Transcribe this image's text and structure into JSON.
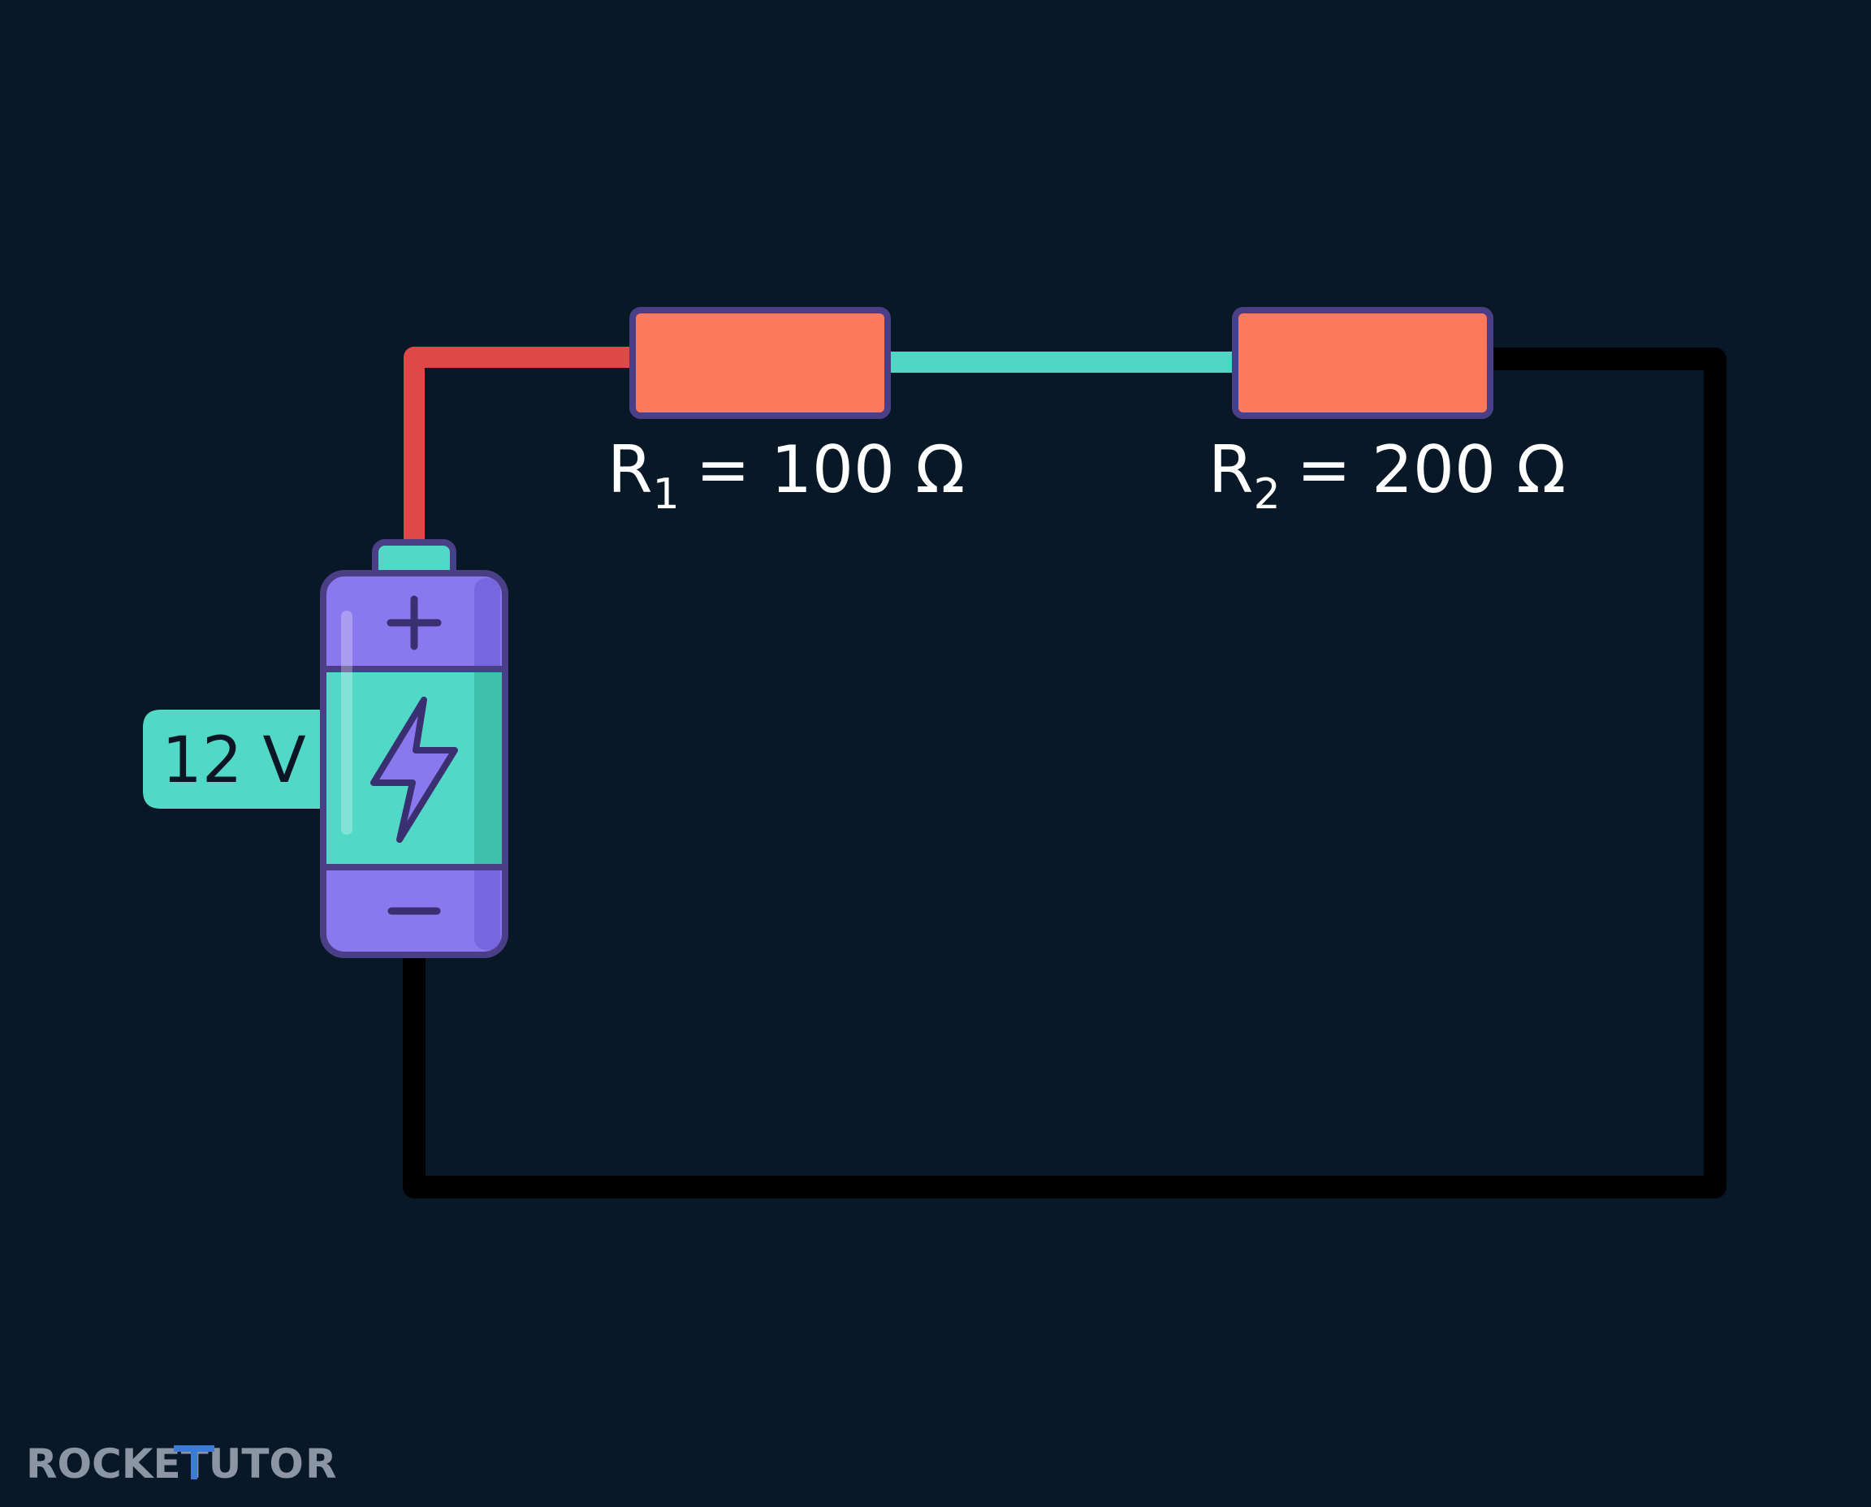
{
  "circuit": {
    "battery": {
      "voltage_label": "12 V",
      "positive_symbol": "+",
      "negative_symbol": "−"
    },
    "resistors": [
      {
        "name": "R",
        "subscript": "1",
        "value": "= 100 Ω"
      },
      {
        "name": "R",
        "subscript": "2",
        "value": "= 200 Ω"
      }
    ],
    "colors": {
      "background": "#081827",
      "positive_wire": "#e04848",
      "middle_wire": "#4fd6c4",
      "return_wire": "#000000",
      "resistor_fill": "#ff7a5c",
      "component_outline": "#4a3e86",
      "battery_body": "#8a78ee",
      "battery_band": "#52d8c6"
    }
  },
  "watermark": {
    "part1": "ROCKE",
    "part2": "TUTO",
    "part3": "R"
  }
}
